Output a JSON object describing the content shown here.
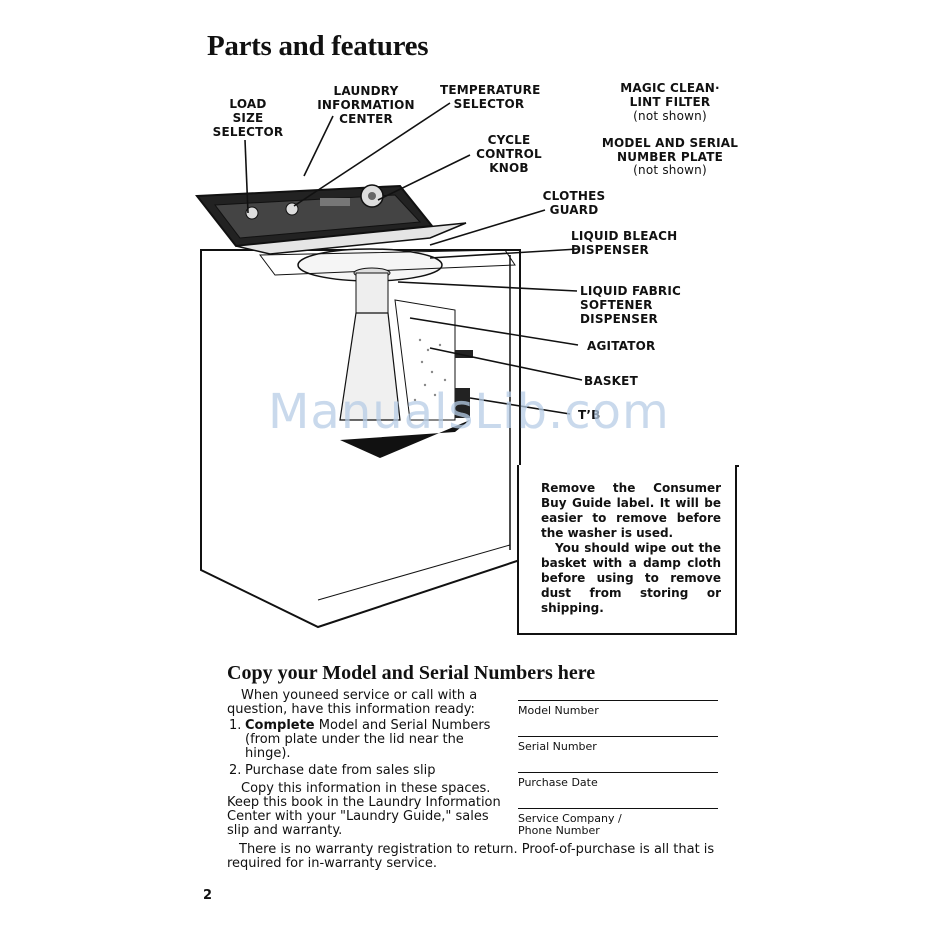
{
  "page_title": "Parts and features",
  "callouts": {
    "load_size": "LOAD\nSIZE\nSELECTOR",
    "laundry_info": "LAUNDRY\nINFORMATION\nCENTER",
    "temperature": "TEMPERATURE\nSELECTOR",
    "magic_clean": "MAGIC CLEAN·\nLINT FILTER",
    "magic_clean_note": "(not shown)",
    "cycle_control": "CYCLE\nCONTROL\nKNOB",
    "model_serial_plate": "MODEL AND SERIAL\nNUMBER PLATE",
    "model_serial_note": "(not shown)",
    "clothes_guard": "CLOTHES\nGUARD",
    "liquid_bleach": "LIQUID BLEACH\nDISPENSER",
    "liquid_fabric": "LIQUID FABRIC\nSOFTENER DISPENSER",
    "agitator": "AGITATOR",
    "basket": "BASKET",
    "tub": "T’B"
  },
  "watermark": "ManualsLib.com",
  "note": {
    "para1": "Remove the Consumer Buy Guide label. It will be easier to remove before the washer is used.",
    "para2": "You should wipe out the basket with a damp cloth before using to remove dust from storing or shipping."
  },
  "copy_section": {
    "title": "Copy your Model and Serial Numbers here",
    "intro": "When youneed service or call with a question, have this information ready:",
    "item1_num": "1.",
    "item1_bold": "Complete",
    "item1_text": "Model and Serial Numbers (from plate under the lid near the hinge).",
    "item2_num": "2.",
    "item2_text": "Purchase date from sales slip",
    "copy_text": "Copy this information in these spaces. Keep this book in the Laundry Information Center with your \"Laundry Guide,\" sales slip and warranty.",
    "footer": "There is no warranty registration to return. Proof-of-purchase is all that is required for in-warranty service."
  },
  "fields": {
    "model": "Model Number",
    "serial": "Serial Number",
    "purchase": "Purchase Date",
    "service": "Service Company /\nPhone Number"
  },
  "page_number": "2"
}
